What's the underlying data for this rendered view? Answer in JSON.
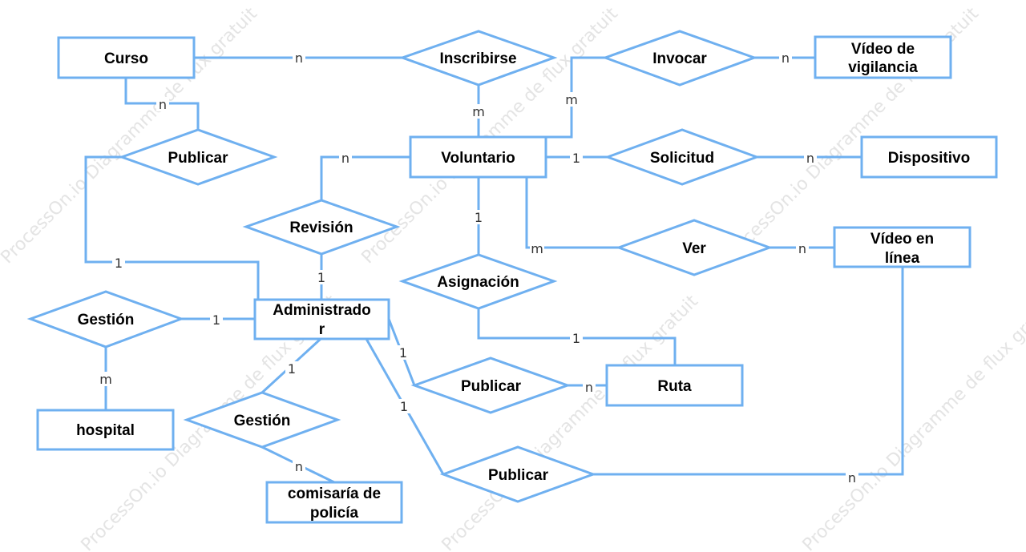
{
  "watermark": "ProcessOn.io Diagramme de flux gratuit",
  "entities": {
    "curso": "Curso",
    "video_vigilancia": [
      "Vídeo de",
      "vigilancia"
    ],
    "voluntario": "Voluntario",
    "dispositivo": "Dispositivo",
    "video_linea": [
      "Vídeo en",
      "línea"
    ],
    "administrador": [
      "Administrado",
      "r"
    ],
    "ruta": "Ruta",
    "hospital": "hospital",
    "comisaria": [
      "comisaría de",
      "policía"
    ]
  },
  "relationships": {
    "inscribirse": "Inscribirse",
    "invocar": "Invocar",
    "publicar_curso": "Publicar",
    "solicitud": "Solicitud",
    "revision": "Revisión",
    "ver": "Ver",
    "asignacion": "Asignación",
    "gestion_hospital": "Gestión",
    "publicar_ruta": "Publicar",
    "gestion_comisaria": "Gestión",
    "publicar_video": "Publicar"
  },
  "cardinalities": {
    "curso_inscribirse": "n",
    "inscribirse_voluntario": "m",
    "voluntario_invocar": "m",
    "invocar_video": "n",
    "curso_publicar": "n",
    "publicar_admin": "1",
    "voluntario_revision": "n",
    "revision_admin": "1",
    "voluntario_solicitud": "1",
    "solicitud_dispositivo": "n",
    "voluntario_asignacion": "1",
    "asignacion_ruta": "1",
    "voluntario_ver": "m",
    "ver_video": "n",
    "gestion_admin": "1",
    "gestion_hospital": "m",
    "admin_publicar_ruta": "1",
    "publicar_ruta": "n",
    "admin_gestion": "1",
    "gestion_comisaria": "n",
    "admin_publicar_video": "1",
    "publicar_video_linea": "n"
  }
}
